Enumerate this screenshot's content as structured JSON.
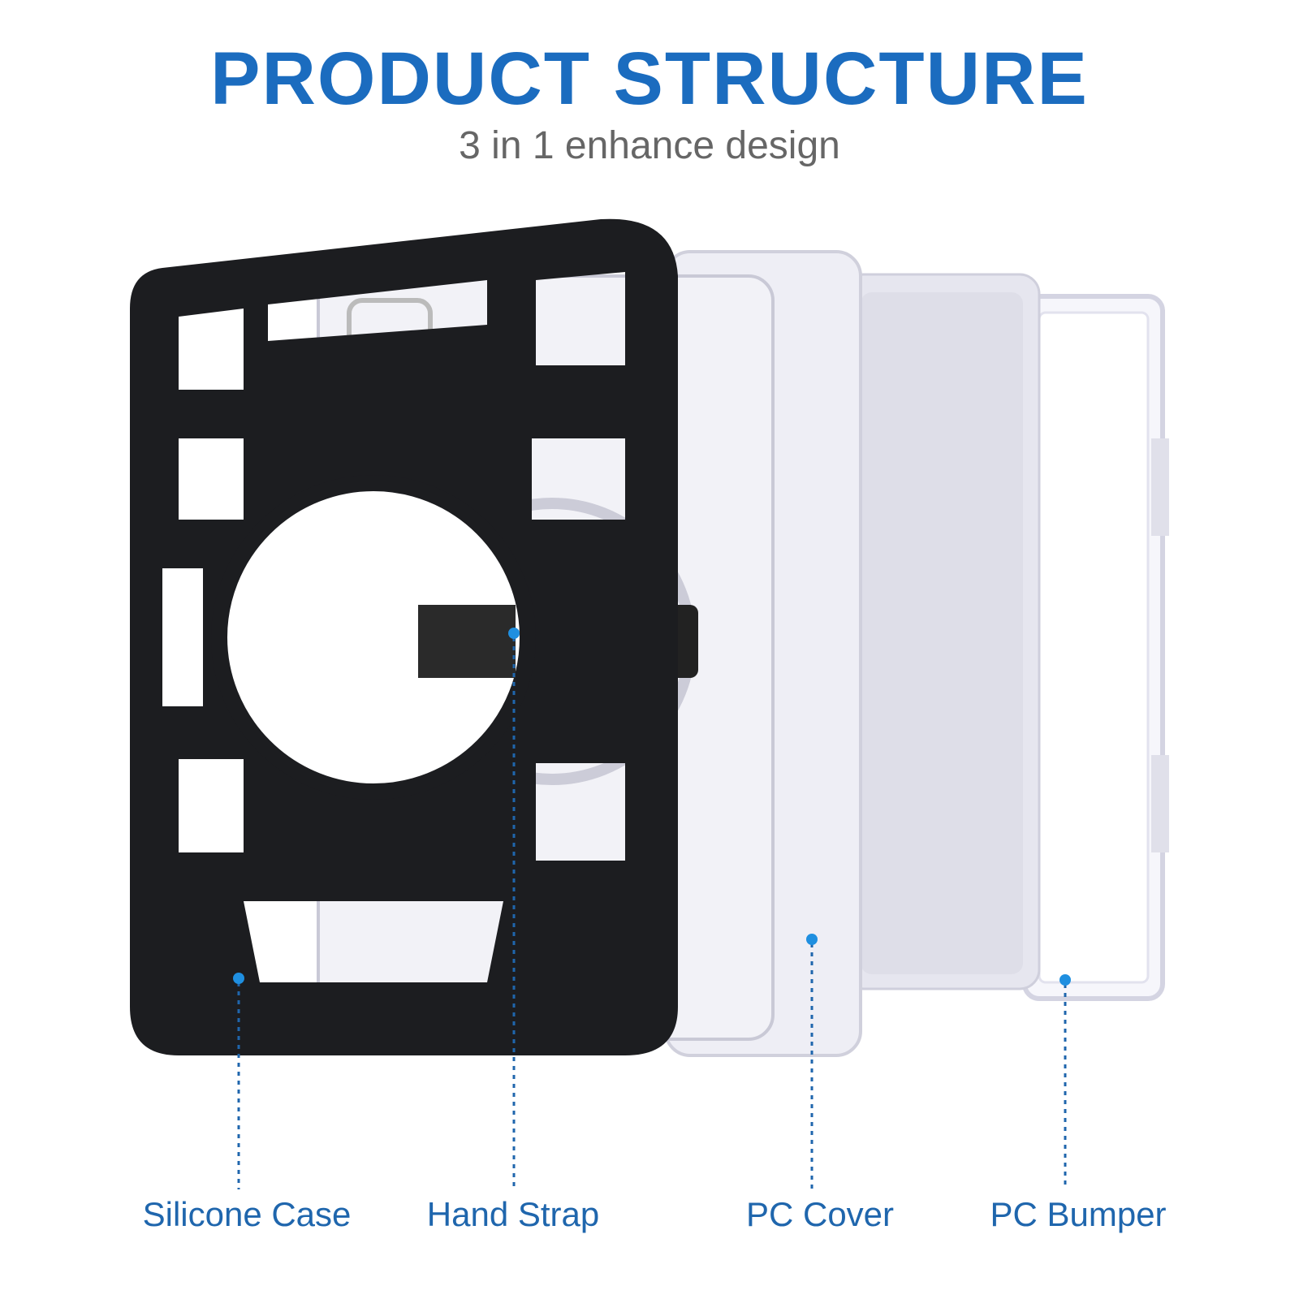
{
  "header": {
    "title": "PRODUCT STRUCTURE",
    "subtitle": "3 in 1 enhance design"
  },
  "components": [
    {
      "label": "Silicone Case"
    },
    {
      "label": "Hand Strap"
    },
    {
      "label": "PC Cover"
    },
    {
      "label": "PC Bumper"
    }
  ],
  "colors": {
    "accent": "#1b6cbf",
    "label": "#1f66ad",
    "subtitle": "#666666",
    "case": "#1c1d20"
  }
}
